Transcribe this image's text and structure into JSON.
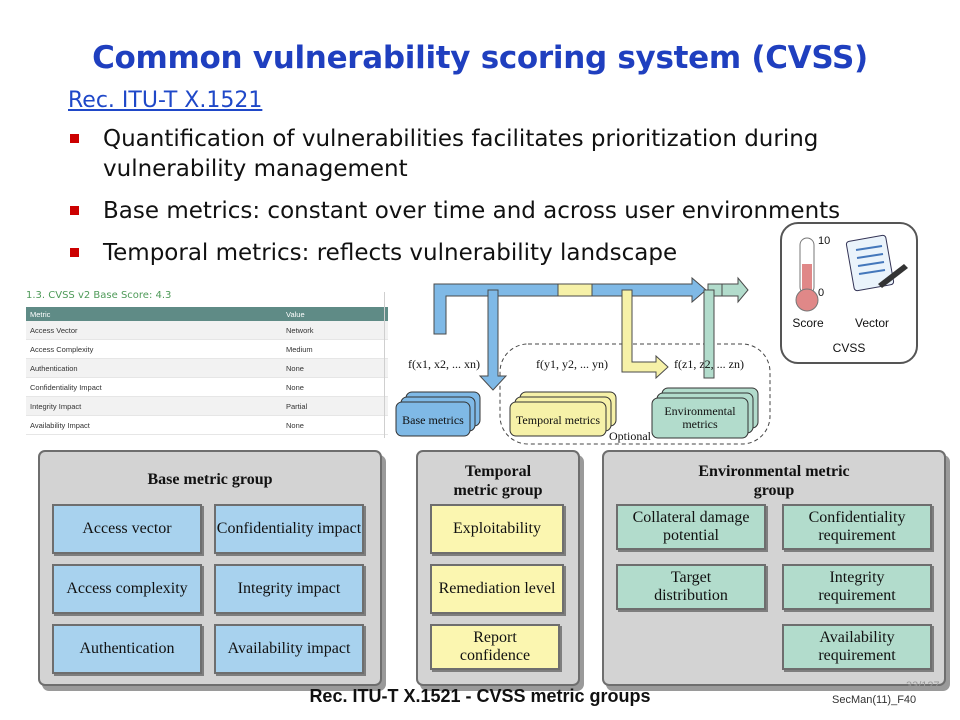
{
  "title": "Common vulnerability scoring system (CVSS)",
  "reference_link": "Rec. ITU-T X.1521",
  "bullets": [
    "Quantification of vulnerabilities facilitates prioritization during vulnerability management",
    "Base metrics: constant over time and across user environments",
    "Temporal metrics: reflects vulnerability landscape"
  ],
  "score_table": {
    "title": "1.3. CVSS v2 Base Score: 4.3",
    "headers": [
      "Metric",
      "Value"
    ],
    "rows": [
      [
        "Access Vector",
        "Network"
      ],
      [
        "Access Complexity",
        "Medium"
      ],
      [
        "Authentication",
        "None"
      ],
      [
        "Confidentiality Impact",
        "None"
      ],
      [
        "Integrity Impact",
        "Partial"
      ],
      [
        "Availability Impact",
        "None"
      ]
    ]
  },
  "flow_diagram": {
    "base_formula": "f(x1, x2, ... xn)",
    "temporal_formula": "f(y1, y2, ... yn)",
    "environmental_formula": "f(z1, z2, ... zn)",
    "base_label": "Base metrics",
    "temporal_label": "Temporal metrics",
    "environmental_label": "Environmental metrics",
    "optional_label": "Optional"
  },
  "cvss_icon": {
    "gauge_max": "10",
    "gauge_min": "0",
    "score_label": "Score",
    "vector_label": "Vector",
    "caption": "CVSS"
  },
  "groups": {
    "base": {
      "title": "Base metric group",
      "items": [
        "Access vector",
        "Confidentiality impact",
        "Access complexity",
        "Integrity impact",
        "Authentication",
        "Availability impact"
      ]
    },
    "temporal": {
      "title": "Temporal metric group",
      "items": [
        "Exploitability",
        "Remediation level",
        "Report confidence"
      ]
    },
    "environmental": {
      "title": "Environmental metric group",
      "items": [
        "Collateral damage potential",
        "Confidentiality requirement",
        "Target distribution",
        "Integrity requirement",
        "Availability requirement"
      ]
    }
  },
  "caption": "Rec. ITU-T X.1521 - CVSS metric groups",
  "footer": "SecMan(11)_F40",
  "page_number": "33/127",
  "colors": {
    "title": "#1f3fbf",
    "bullet": "#cc0000",
    "base_blue": "#a8d2ee",
    "temporal_yellow": "#fbf6b0",
    "environmental_green": "#b2dccc"
  }
}
